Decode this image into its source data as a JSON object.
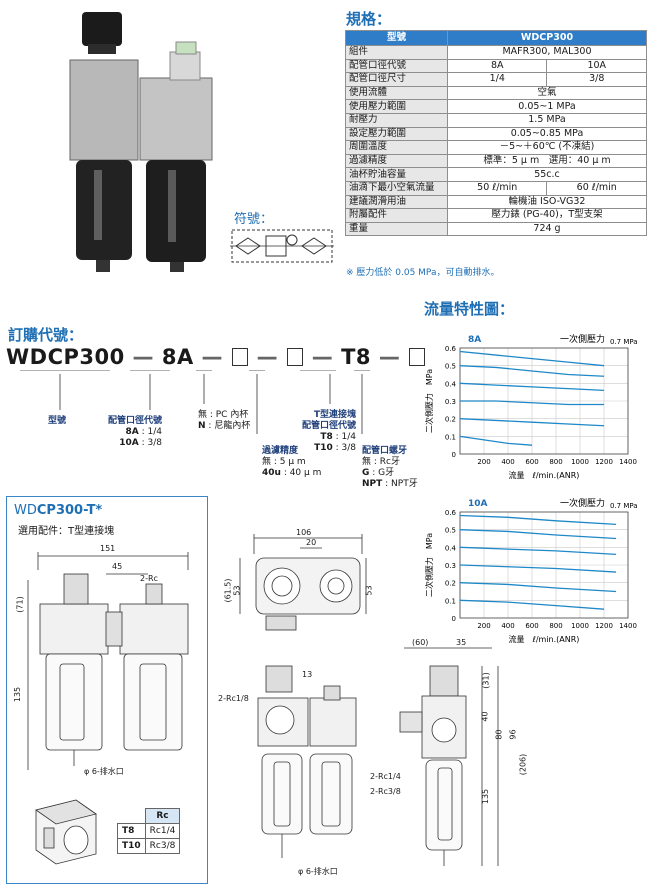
{
  "spec": {
    "title": "規格：",
    "header": [
      "型號",
      "WDCP300"
    ],
    "rows": [
      {
        "label": "組件",
        "values": [
          "MAFR300, MAL300"
        ]
      },
      {
        "label": "配管口徑代號",
        "values": [
          "8A",
          "10A"
        ]
      },
      {
        "label": "配管口徑尺寸",
        "values": [
          "1/4",
          "3/8"
        ]
      },
      {
        "label": "使用流體",
        "values": [
          "空氣"
        ]
      },
      {
        "label": "使用壓力範圍",
        "values": [
          "0.05~1 MPa"
        ]
      },
      {
        "label": "耐壓力",
        "values": [
          "1.5 MPa"
        ]
      },
      {
        "label": "設定壓力範圍",
        "values": [
          "0.05~0.85 MPa"
        ]
      },
      {
        "label": "周圍溫度",
        "values": [
          "－5~＋60℃ (不凍結)"
        ]
      },
      {
        "label": "過濾精度",
        "values": [
          "標準：5 μ m　選用：40 μ m"
        ]
      },
      {
        "label": "油杯貯油容量",
        "values": [
          "55c.c"
        ]
      },
      {
        "label": "油滴下最小空氣流量",
        "values": [
          "50 ℓ/min",
          "60 ℓ/min"
        ]
      },
      {
        "label": "建議潤滑用油",
        "values": [
          "輪機油 ISO-VG32"
        ]
      },
      {
        "label": "附屬配件",
        "values": [
          "壓力錶 (PG-40)，T型支架"
        ]
      },
      {
        "label": "重量",
        "values": [
          "724 g"
        ]
      }
    ],
    "note": "※ 壓力低於 0.05 MPa，可自動排水。"
  },
  "symbol_label": "符號：",
  "order": {
    "title": "訂購代號：",
    "code_prefix": "WDCP300",
    "code_8a": "8A",
    "code_t8": "T8",
    "dash": "—",
    "model_label": "型號",
    "port_code_title": "配管口徑代號",
    "port_code_8a": "8A",
    "port_code_8a_val": ": 1/4",
    "port_code_10a": "10A",
    "port_code_10a_val": ": 3/8",
    "cup_none": "無 : PC 內杯",
    "cup_n": "N",
    "cup_n_val": ": 尼龍內杯",
    "filter_title": "過濾精度",
    "filter_none": "無 : 5 μ m",
    "filter_40u": "40u",
    "filter_40u_val": ": 40 μ m",
    "tblock_title1": "T型連接塊",
    "tblock_title2": "配管口徑代號",
    "tblock_t8": "T8",
    "tblock_t8_val": ": 1/4",
    "tblock_t10": "T10",
    "tblock_t10_val": ": 3/8",
    "thread_title": "配管口螺牙",
    "thread_none": "無 : Rc牙",
    "thread_g": "G",
    "thread_g_val": ": G牙",
    "thread_npt": "NPT",
    "thread_npt_val": ": NPT牙"
  },
  "flow_title": "流量特性圖：",
  "chart_data": [
    {
      "type": "line",
      "title": "8A",
      "legend_label": "一次側壓力",
      "legend_value": "0.7 MPa",
      "xlabel": "流量　ℓ/min.(ANR)",
      "ylabel": "二次側壓力　MPa",
      "xlim": [
        0,
        1400
      ],
      "ylim": [
        0,
        0.6
      ],
      "xticks": [
        "200",
        "400",
        "600",
        "800",
        "1000",
        "1200",
        "1400"
      ],
      "yticks": [
        "0",
        "0.1",
        "0.2",
        "0.3",
        "0.4",
        "0.5",
        "0.6"
      ],
      "series": [
        {
          "values": [
            [
              0,
              0.58
            ],
            [
              300,
              0.56
            ],
            [
              600,
              0.54
            ],
            [
              900,
              0.52
            ],
            [
              1200,
              0.5
            ]
          ]
        },
        {
          "values": [
            [
              0,
              0.5
            ],
            [
              300,
              0.49
            ],
            [
              600,
              0.47
            ],
            [
              900,
              0.45
            ],
            [
              1200,
              0.44
            ]
          ]
        },
        {
          "values": [
            [
              0,
              0.4
            ],
            [
              300,
              0.39
            ],
            [
              600,
              0.38
            ],
            [
              900,
              0.37
            ],
            [
              1200,
              0.36
            ]
          ]
        },
        {
          "values": [
            [
              0,
              0.3
            ],
            [
              300,
              0.3
            ],
            [
              600,
              0.29
            ],
            [
              900,
              0.28
            ],
            [
              1200,
              0.28
            ]
          ]
        },
        {
          "values": [
            [
              0,
              0.2
            ],
            [
              300,
              0.19
            ],
            [
              600,
              0.18
            ],
            [
              900,
              0.17
            ],
            [
              1200,
              0.16
            ]
          ]
        },
        {
          "values": [
            [
              0,
              0.1
            ],
            [
              200,
              0.08
            ],
            [
              400,
              0.06
            ],
            [
              600,
              0.05
            ]
          ]
        }
      ]
    },
    {
      "type": "line",
      "title": "10A",
      "legend_label": "一次側壓力",
      "legend_value": "0.7 MPa",
      "xlabel": "流量　ℓ/min.(ANR)",
      "ylabel": "二次側壓力　MPa",
      "xlim": [
        0,
        1400
      ],
      "ylim": [
        0,
        0.6
      ],
      "xticks": [
        "200",
        "400",
        "600",
        "800",
        "1000",
        "1200",
        "1400"
      ],
      "yticks": [
        "0",
        "0.1",
        "0.2",
        "0.3",
        "0.4",
        "0.5",
        "0.6"
      ],
      "series": [
        {
          "values": [
            [
              0,
              0.58
            ],
            [
              400,
              0.57
            ],
            [
              800,
              0.55
            ],
            [
              1300,
              0.53
            ]
          ]
        },
        {
          "values": [
            [
              0,
              0.5
            ],
            [
              400,
              0.49
            ],
            [
              800,
              0.47
            ],
            [
              1300,
              0.45
            ]
          ]
        },
        {
          "values": [
            [
              0,
              0.4
            ],
            [
              400,
              0.39
            ],
            [
              800,
              0.38
            ],
            [
              1300,
              0.36
            ]
          ]
        },
        {
          "values": [
            [
              0,
              0.3
            ],
            [
              400,
              0.29
            ],
            [
              800,
              0.28
            ],
            [
              1300,
              0.26
            ]
          ]
        },
        {
          "values": [
            [
              0,
              0.2
            ],
            [
              400,
              0.19
            ],
            [
              800,
              0.17
            ],
            [
              1300,
              0.15
            ]
          ]
        },
        {
          "values": [
            [
              0,
              0.1
            ],
            [
              400,
              0.09
            ],
            [
              800,
              0.07
            ],
            [
              1200,
              0.05
            ]
          ]
        }
      ]
    }
  ],
  "drawing": {
    "frame_title_a": "WD",
    "frame_title_b": "CP300-T*",
    "frame_sub": "選用配件：T型連接塊",
    "dim_151": "151",
    "dim_45": "45",
    "dim_2rc": "2-Rc",
    "dim_71": "(71)",
    "dim_135": "135",
    "drain": "φ 6-排水口",
    "rc_header": [
      "",
      "Rc"
    ],
    "rc_rows": [
      [
        "T8",
        "Rc1/4"
      ],
      [
        "T10",
        "Rc3/8"
      ]
    ],
    "top_106": "106",
    "top_20": "20",
    "top_615": "(61.5)",
    "top_53": "53",
    "top_53b": "53",
    "front_13": "13",
    "front_2rc18": "2-Rc1/8",
    "front_2rc14": "2-Rc1/4",
    "front_2rc38": "2-Rc3/8",
    "front_drain": "φ 6-排水口",
    "side_60": "(60)",
    "side_35": "35",
    "side_31": "(31)",
    "side_40": "40",
    "side_80": "80",
    "side_96": "96",
    "side_206": "(206)",
    "side_135": "135"
  },
  "colors": {
    "accent": "#1f6fb5",
    "header": "#2f7dc8",
    "curve": "#1e88c8"
  }
}
